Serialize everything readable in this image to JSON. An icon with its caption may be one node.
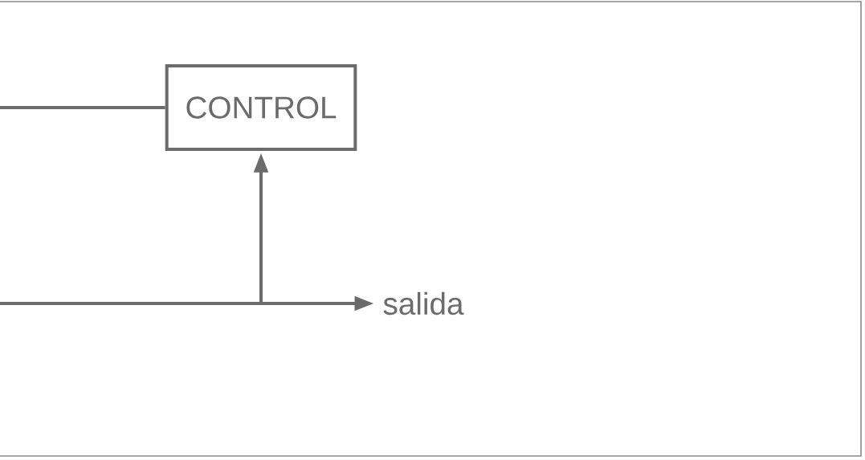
{
  "diagram": {
    "nodes": [
      {
        "text": [
          "CONTROL"
        ]
      },
      {
        "text": [
          "salida"
        ]
      }
    ],
    "edges": [
      {
        "from": null,
        "to": 0,
        "arrow": "none"
      },
      {
        "from": null,
        "to": 1,
        "arrow": "to"
      },
      {
        "from": null,
        "to": 0,
        "arrow": "to"
      }
    ]
  }
}
